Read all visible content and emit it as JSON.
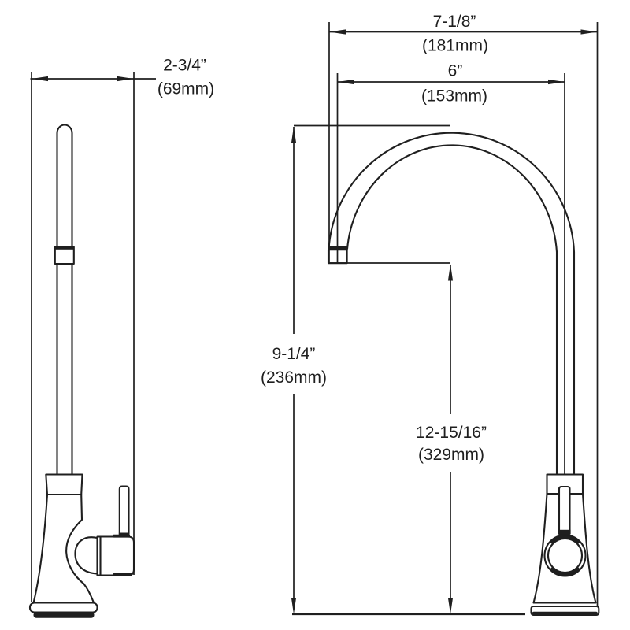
{
  "colors": {
    "background": "#ffffff",
    "line": "#1f1f1f"
  },
  "side_view": {
    "width_dim": {
      "inches": "2-3/4”",
      "mm": "(69mm)"
    }
  },
  "front_view": {
    "overall_width": {
      "inches": "7-1/8”",
      "mm": "(181mm)"
    },
    "spout_center": {
      "inches": "6”",
      "mm": "(153mm)"
    },
    "height_a": {
      "inches": "9-1/4”",
      "mm": "(236mm)"
    },
    "height_b": {
      "inches": "12-15/16”",
      "mm": "(329mm)"
    }
  }
}
